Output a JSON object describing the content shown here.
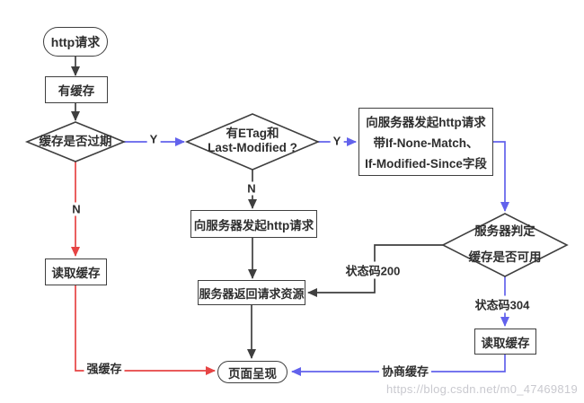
{
  "flowchart": {
    "nodes": {
      "start": "http请求",
      "has_cache": "有缓存",
      "cache_expired": "缓存是否过期",
      "etag_check_line1": "有ETag和",
      "etag_check_line2": "Last-Modified ?",
      "request_with_headers_line1": "向服务器发起http请求",
      "request_with_headers_line2": "带If-None-Match、",
      "request_with_headers_line3": "If-Modified-Since字段",
      "server_judge_line1": "服务器判定",
      "server_judge_line2": "缓存是否可用",
      "request_http": "向服务器发起http请求",
      "server_return": "服务器返回请求资源",
      "read_cache_left": "读取缓存",
      "read_cache_right": "读取缓存",
      "page_render": "页面呈现"
    },
    "edge_labels": {
      "yes_expired": "Y",
      "no_expired": "N",
      "yes_etag": "Y",
      "no_etag": "N",
      "status_200": "状态码200",
      "status_304": "状态码304",
      "strong_cache": "强缓存",
      "negotiated_cache": "协商缓存"
    },
    "colors": {
      "line_black": "#3f3f3f",
      "line_blue": "#6262ec",
      "line_red": "#e64444",
      "text": "#2e2e2e",
      "watermark": "#c9c9cf"
    }
  },
  "watermark": "https://blog.csdn.net/m0_47469819"
}
